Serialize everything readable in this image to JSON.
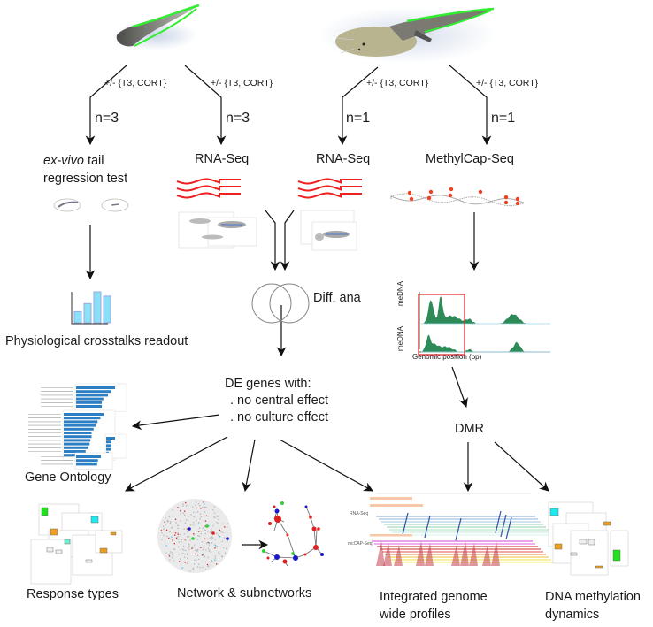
{
  "specimens": {
    "tail": {
      "name": "tadpole-tail"
    },
    "tadpole": {
      "name": "tadpole"
    }
  },
  "branches": [
    {
      "treatment": "+/- {T3, CORT}",
      "n": "n=3",
      "result_italic": "ex-vivo",
      "result_line1_rest": " tail",
      "result_line2": "regression test"
    },
    {
      "treatment": "+/- {T3, CORT}",
      "n": "n=3",
      "result": "RNA-Seq"
    },
    {
      "treatment": "+/- {T3, CORT}",
      "n": "n=1",
      "result": "RNA-Seq"
    },
    {
      "treatment": "+/- {T3, CORT}",
      "n": "n=1",
      "result": "MethylCap-Seq"
    }
  ],
  "physiological": {
    "label": "Physiological crosstalks readout",
    "bars": [
      0.36,
      0.62,
      1.0,
      0.86
    ]
  },
  "venn": {
    "label": "Diff. ana"
  },
  "de_genes": {
    "title": "DE genes with:",
    "items": [
      ". no central effect",
      ". no culture effect"
    ]
  },
  "methylation_plot": {
    "ylabel_top": "meDNA",
    "ylabel_bottom": "meDNA",
    "xlabel": "Genomic position (bp)"
  },
  "dmr": {
    "label": "DMR"
  },
  "genome_tracks": {
    "track1": "RNA-Seq",
    "track2": "mcCAP-Seq"
  },
  "outputs": {
    "gene_ontology": "Gene Ontology",
    "response_types": "Response types",
    "network": "Network & subnetworks",
    "integrated_line1": "Integrated genome",
    "integrated_line2": "wide profiles",
    "methylation_line1": "DNA methylation",
    "methylation_line2": "dynamics"
  },
  "colors": {
    "rna_wave": "#ee2020",
    "bar_fill": "#8ae0f8",
    "peak_fill": "#2e8b57",
    "dmr_box": "#e03030",
    "node_red": "#e02020",
    "node_blue": "#1a1acc",
    "node_green": "#30d030",
    "box_green": "#20e020",
    "box_cyan": "#20e8f0",
    "box_orange": "#f0a020"
  }
}
